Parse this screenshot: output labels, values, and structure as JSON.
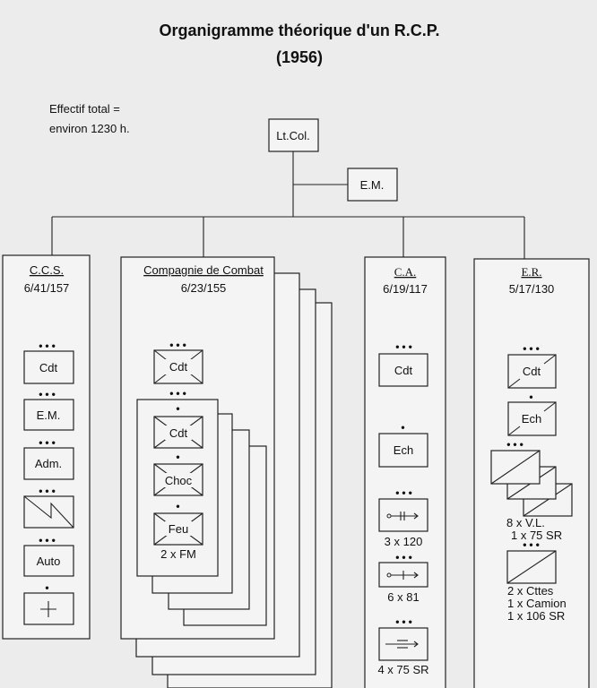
{
  "title": "Organigramme théorique d'un R.C.P.",
  "year": "(1956)",
  "effectif": {
    "line1": "Effectif total =",
    "line2": "environ 1230 h."
  },
  "command": {
    "ltcol": "Lt.Col.",
    "em": "E.M."
  },
  "ccs": {
    "name": "C.C.S.",
    "strength": "6/41/157",
    "units": [
      "Cdt",
      "E.M.",
      "Adm.",
      "",
      "Auto",
      ""
    ],
    "unit_icons": [
      "",
      "",
      "",
      "transmissions-icon",
      "",
      "medical-cross-icon"
    ]
  },
  "compagnie": {
    "name": "Compagnie de Combat",
    "strength": "6/23/155",
    "cdt": "Cdt",
    "section": {
      "cdt": "Cdt",
      "choc": "Choc",
      "feu": "Feu",
      "feu_note": "2 x FM"
    }
  },
  "ca": {
    "name": "C.A.",
    "strength": "6/19/117",
    "cdt": "Cdt",
    "ech": "Ech",
    "weapons": [
      "3 x 120",
      "6 x 81",
      "4 x 75 SR"
    ]
  },
  "er": {
    "name": "E.R.",
    "strength": "5/17/130",
    "cdt": "Cdt",
    "ech": "Ech",
    "vl_line1": "8 x V.L.",
    "vl_line2": "1 x 75 SR",
    "last_line1": "2 x Cttes",
    "last_line2": "1 x Camion",
    "last_line3": "1 x 106 SR"
  },
  "dots3": "•••",
  "dot1": "•"
}
